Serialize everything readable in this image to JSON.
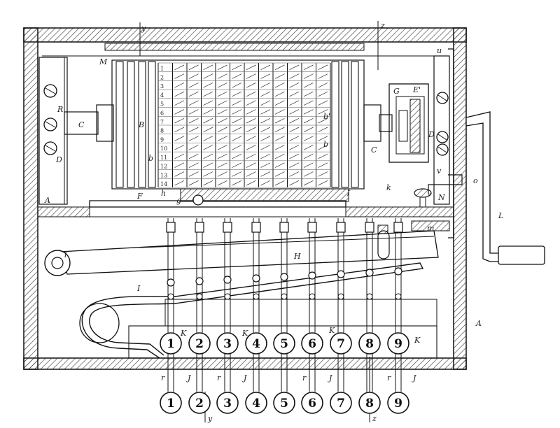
{
  "labels": {
    "section_y_top": "y",
    "section_z_top": "z",
    "section_y_bottom": "y",
    "section_z_bottom": "z",
    "M": "M",
    "R": "R",
    "C_left": "C",
    "D_left": "D",
    "B": "B",
    "b_left": "b",
    "b_right": "b'",
    "b_right2": "b",
    "G": "G",
    "E": "E'",
    "D_right": "D",
    "C_right": "C",
    "u": "u",
    "v": "v",
    "o": "o",
    "N": "N",
    "k": "k",
    "m": "m",
    "L": "L",
    "A_left": "A",
    "A_right": "A",
    "F": "F",
    "f": "f",
    "h": "h",
    "g": "g",
    "l": "l",
    "H": "H",
    "I": "I",
    "K_left": "K",
    "K_mid1": "K",
    "K_mid2": "K",
    "K_right": "K"
  },
  "top_keys": [
    "1",
    "2",
    "3",
    "4",
    "5",
    "6",
    "7",
    "8",
    "9"
  ],
  "bottom_keys": [
    "1",
    "2",
    "3",
    "4",
    "5",
    "6",
    "7",
    "8",
    "9"
  ],
  "stem_labels": [
    "r",
    "J",
    "r",
    "J",
    "r",
    "J",
    "r",
    "J"
  ],
  "drum_sample_digits": [
    "1",
    "2",
    "3",
    "4",
    "5",
    "6",
    "7",
    "8",
    "9",
    "10",
    "11",
    "12",
    "13",
    "14"
  ]
}
